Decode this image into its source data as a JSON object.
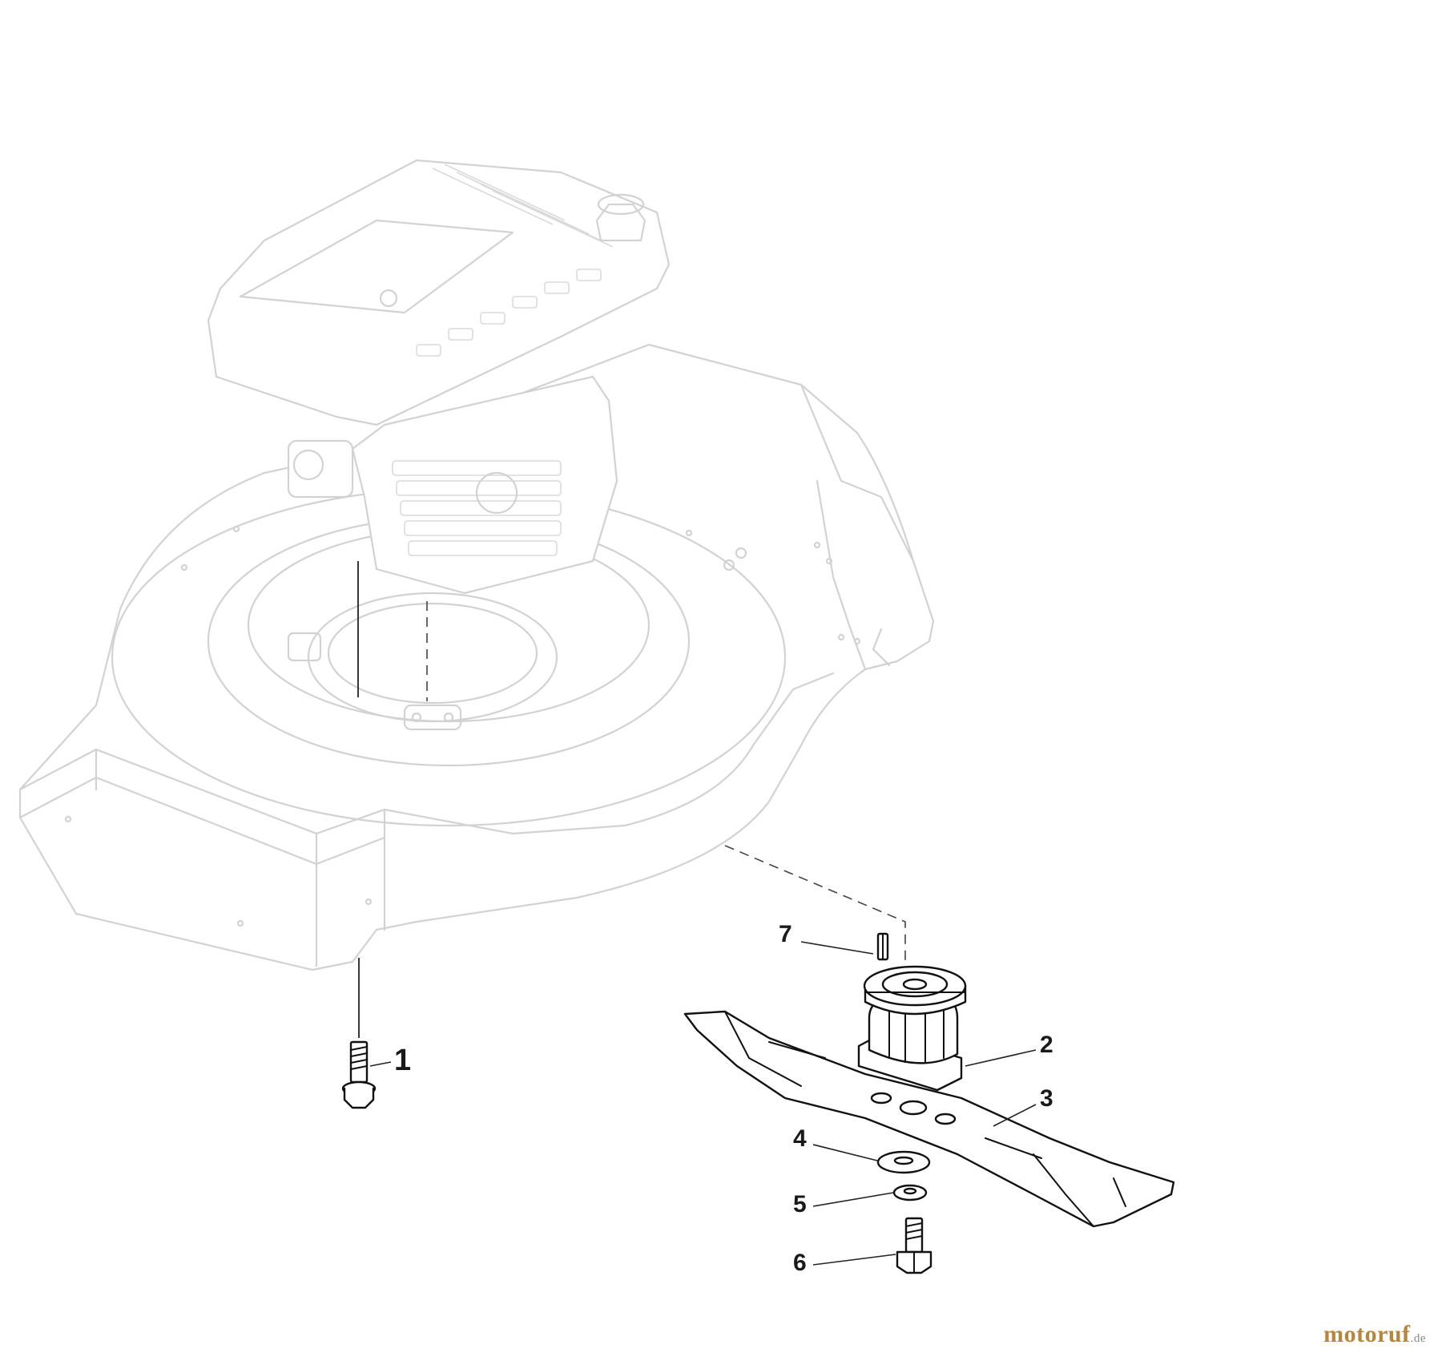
{
  "diagram": {
    "callouts": [
      {
        "id": "1",
        "label": "1"
      },
      {
        "id": "2",
        "label": "2"
      },
      {
        "id": "3",
        "label": "3"
      },
      {
        "id": "4",
        "label": "4"
      },
      {
        "id": "5",
        "label": "5"
      },
      {
        "id": "6",
        "label": "6"
      },
      {
        "id": "7",
        "label": "7"
      }
    ]
  },
  "watermark": {
    "brand": "motoruf",
    "suffix": ".de"
  },
  "colors": {
    "ghost_line": "#d2d2d2",
    "part_line": "#111111",
    "watermark_brand": "#b8863b"
  }
}
